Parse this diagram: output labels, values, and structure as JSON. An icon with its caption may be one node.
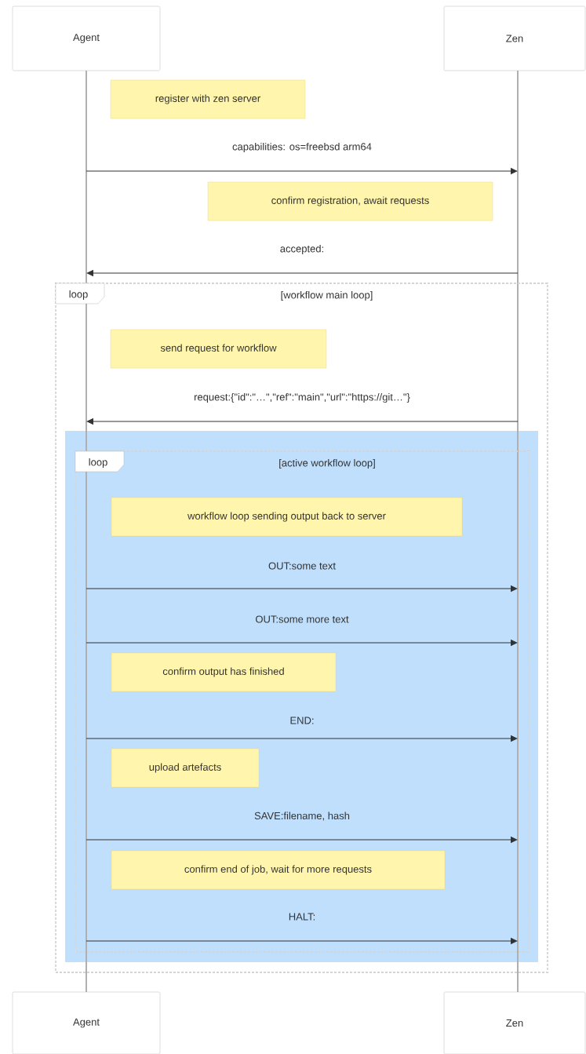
{
  "diagram": {
    "nodes": [
      {
        "text": [
          "Agent"
        ]
      },
      {
        "text": [
          "Zen"
        ]
      },
      {
        "text": [
          "register with zen server"
        ]
      },
      {
        "text": [
          "confirm registration, await requests"
        ]
      },
      {
        "text": [
          "loop",
          "[workflow main loop]"
        ]
      },
      {
        "text": [
          "send request for workflow"
        ],
        "in": 4
      },
      {
        "text": [],
        "shape": "box",
        "in": 4
      },
      {
        "text": [
          "loop",
          "[active workflow loop]"
        ],
        "in": 6
      },
      {
        "text": [
          "workflow loop sending output back to server"
        ],
        "in": 7
      },
      {
        "text": [
          "confirm output has finished"
        ],
        "in": 7
      },
      {
        "text": [
          "upload artefacts"
        ],
        "in": 7
      },
      {
        "text": [
          "confirm end of job, wait for more requests"
        ],
        "in": 7
      },
      {
        "text": [
          "Agent"
        ]
      },
      {
        "text": [
          "Zen"
        ]
      },
      {
        "text": [],
        "shape": "bar"
      },
      {
        "text": [],
        "shape": "bar"
      }
    ],
    "edges": [
      {
        "from": 14,
        "to": 15,
        "arrow": "to",
        "label": "capabilities: os=freebsd arm64"
      },
      {
        "from": 15,
        "to": 14,
        "arrow": "to",
        "label": "accepted:"
      },
      {
        "from": 15,
        "to": 14,
        "arrow": "to",
        "label": "request:{\"id\":\"…\",\"ref\":\"main\",\"url\":\"https://git…\"}"
      },
      {
        "from": 14,
        "to": 15,
        "arrow": "to",
        "label": "OUT:some text"
      },
      {
        "from": 14,
        "to": 15,
        "arrow": "to",
        "label": "OUT:some more text"
      },
      {
        "from": 14,
        "to": 15,
        "arrow": "to",
        "label": "END:"
      },
      {
        "from": 14,
        "to": 15,
        "arrow": "to",
        "label": "SAVE:filename, hash"
      },
      {
        "from": 14,
        "to": 15,
        "arrow": "to",
        "label": "HALT:"
      }
    ]
  }
}
